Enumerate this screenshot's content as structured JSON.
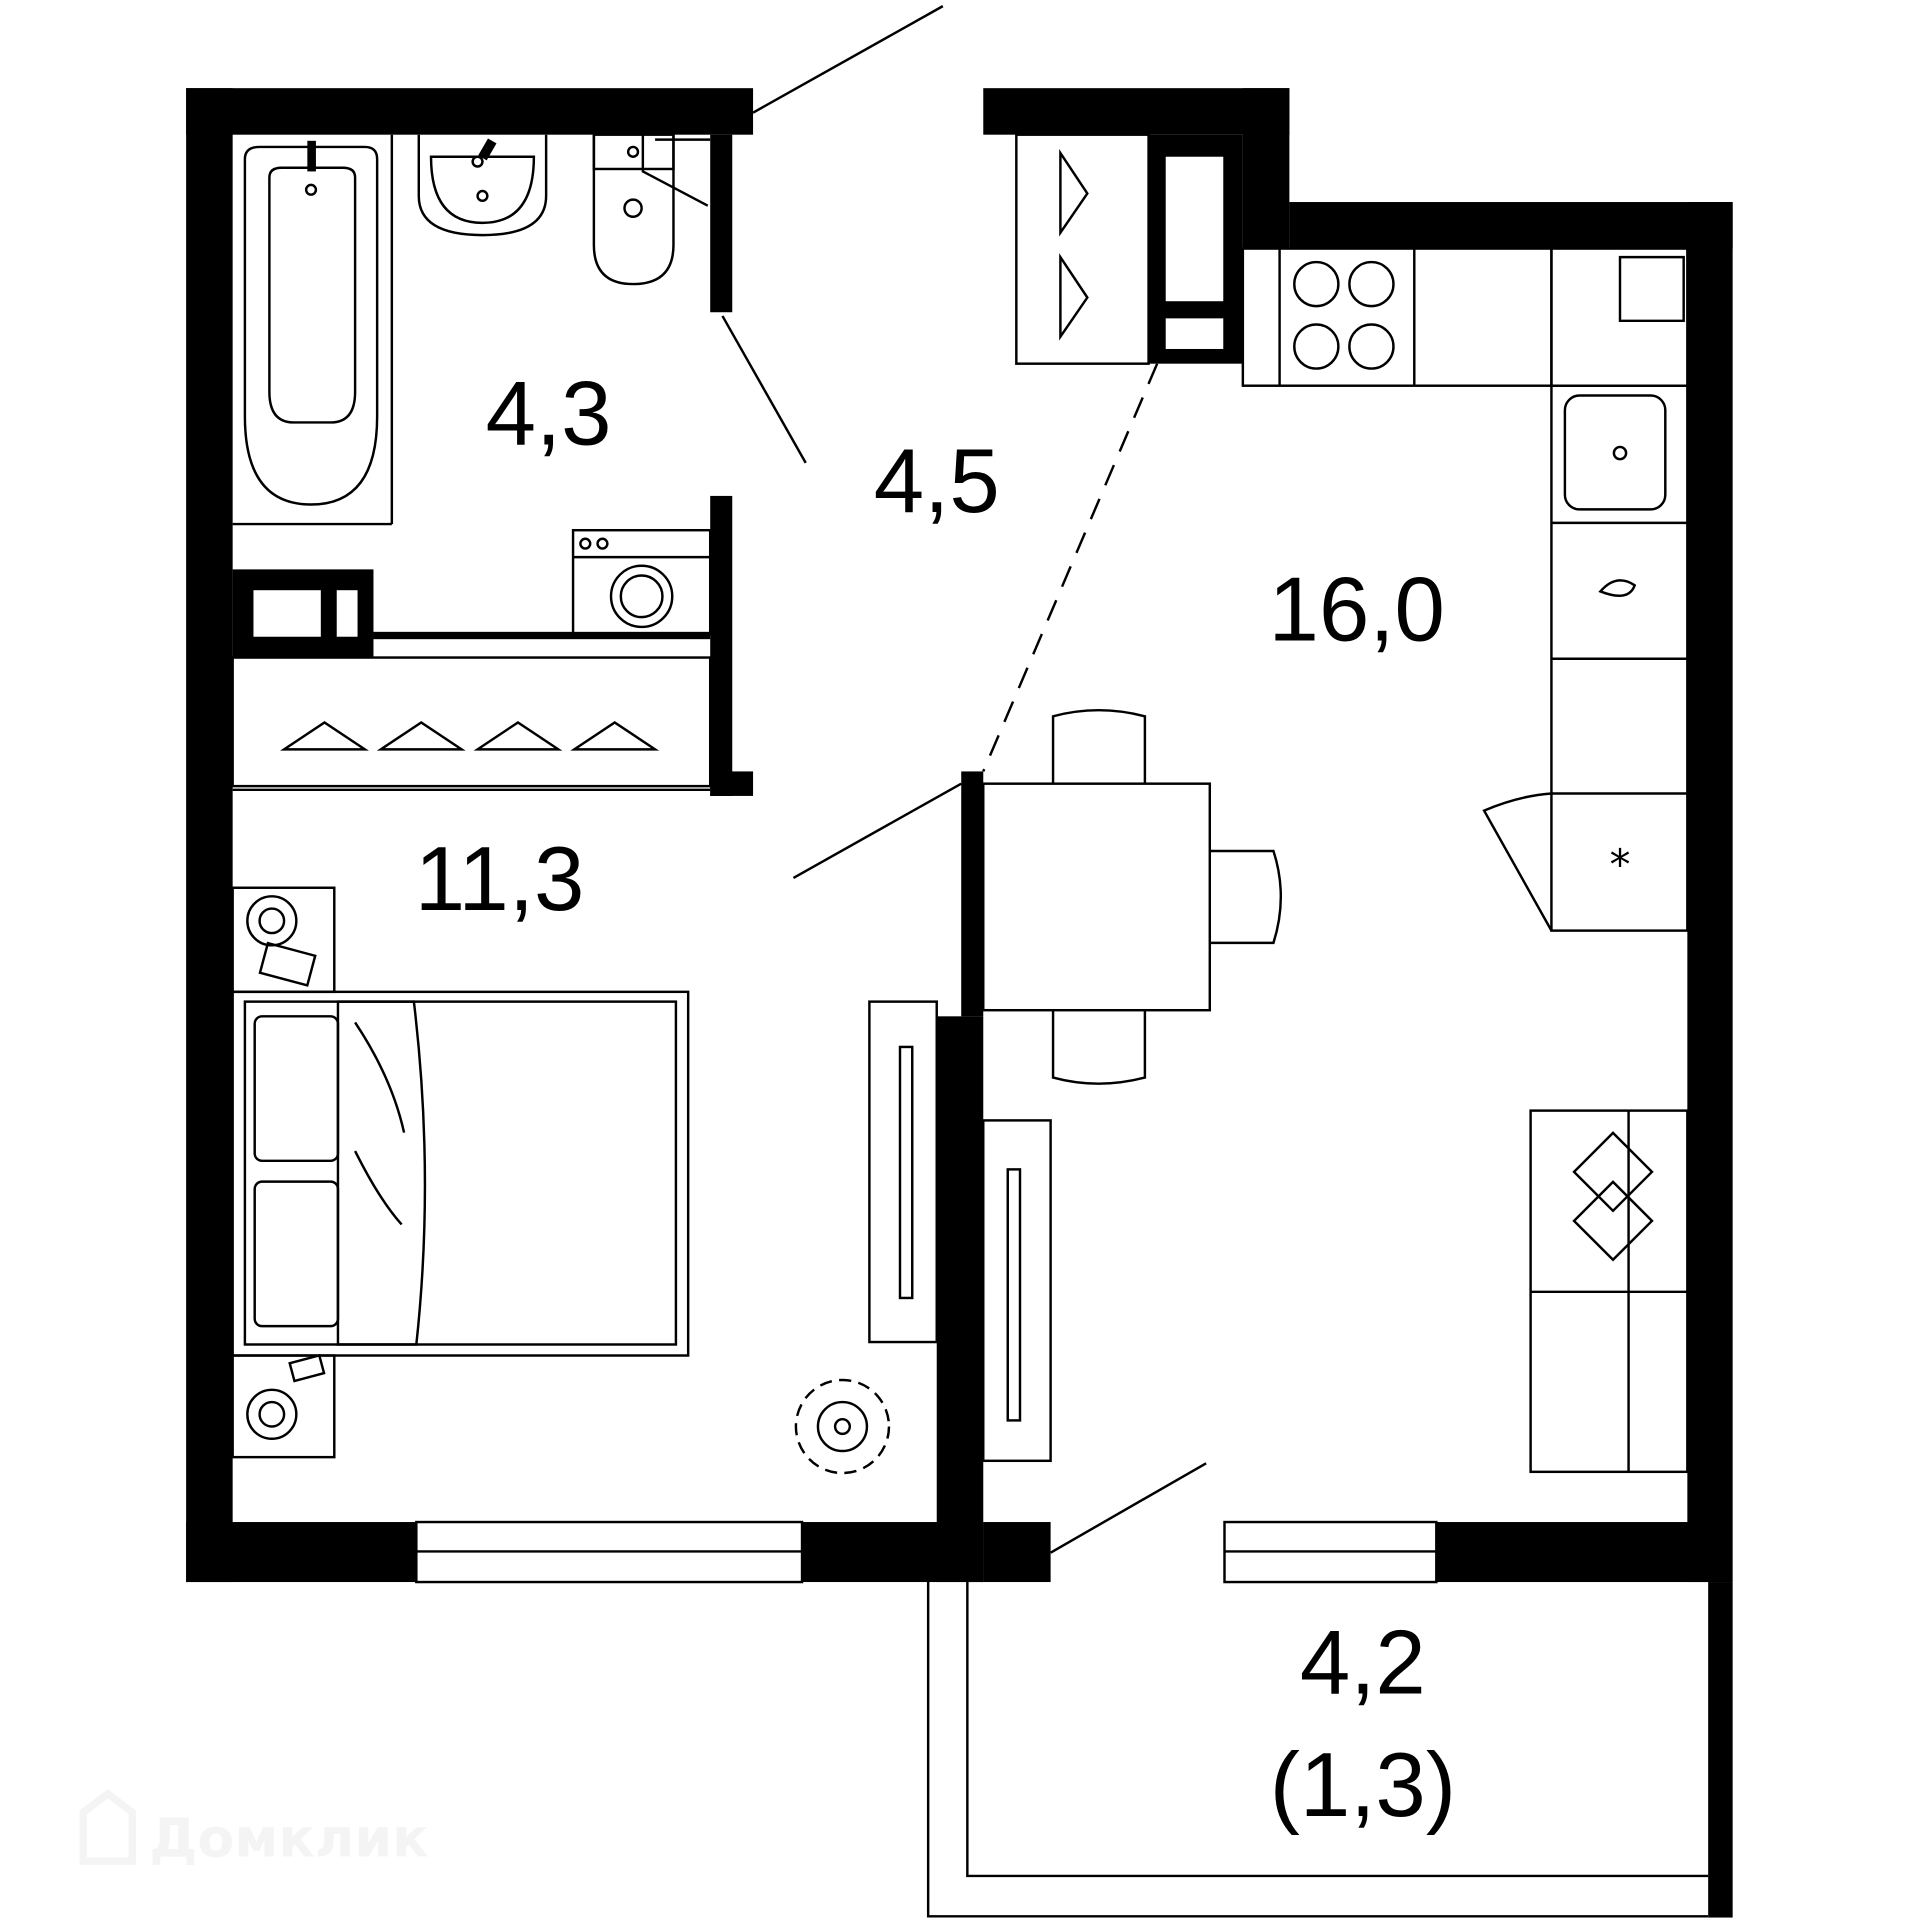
{
  "rooms": {
    "bathroom_area": "4,3",
    "hallway_area": "4,5",
    "kitchen_living_area": "16,0",
    "bedroom_area": "11,3",
    "balcony_area": "4,2",
    "balcony_reduced_area": "(1,3)"
  },
  "watermark": "Домклик",
  "colors": {
    "walls": "#000000",
    "background": "#ffffff"
  }
}
